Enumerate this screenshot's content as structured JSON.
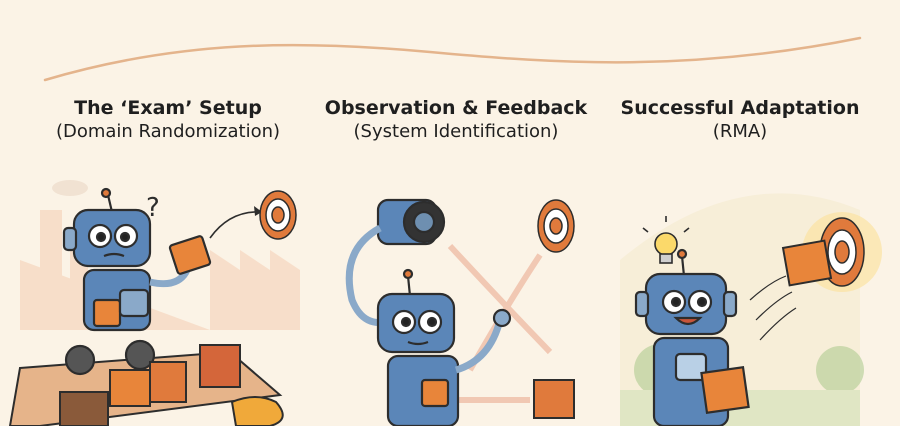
{
  "panels": [
    {
      "title": "The ‘Exam’ Setup",
      "subtitle": "(Domain Randomization)"
    },
    {
      "title": "Observation & Feedback",
      "subtitle": "(System Identification)"
    },
    {
      "title": "Successful Adaptation",
      "subtitle": "(RMA)"
    }
  ],
  "marks": {
    "question": "?"
  },
  "colors": {
    "background": "#fbf3e6",
    "robot": "#5b86b8",
    "target": "#e07a3c",
    "cube": "#e8853a",
    "outline": "#2d2d2d",
    "accent_line": "#e4b48c"
  }
}
